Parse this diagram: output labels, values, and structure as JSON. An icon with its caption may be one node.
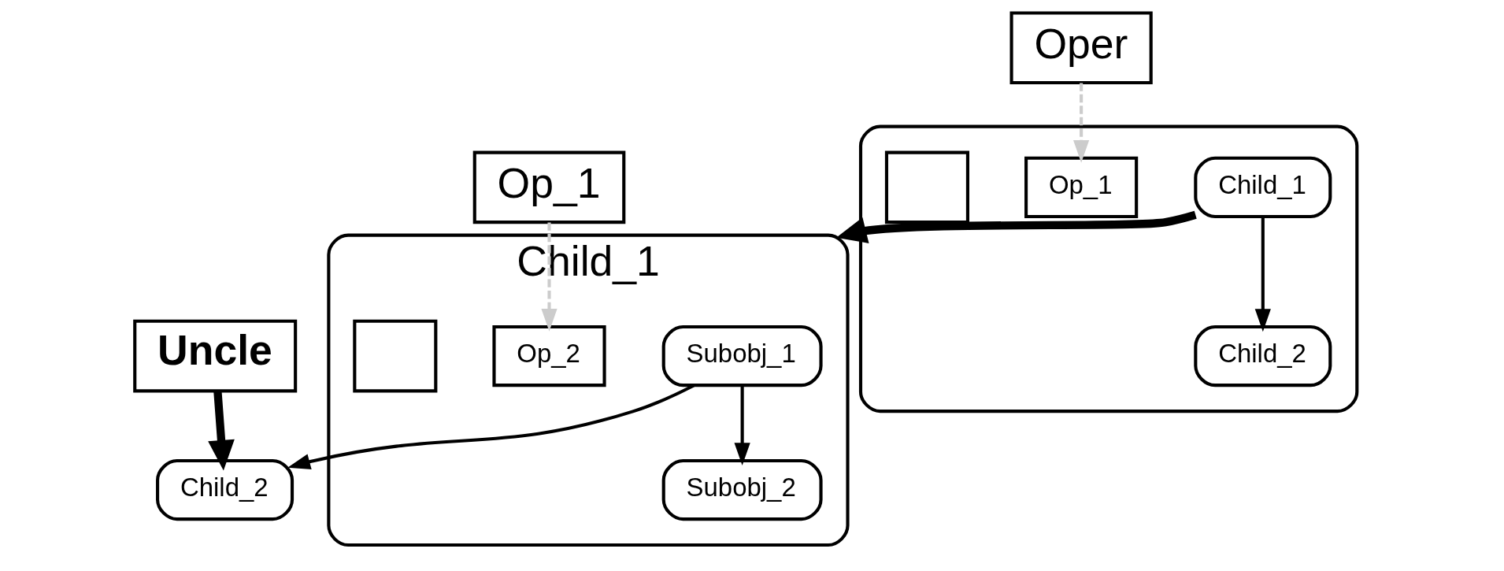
{
  "diagram": {
    "nodes": [
      {
        "text": [],
        "shape": "box"
      },
      {
        "text": [
          "Oper"
        ]
      },
      {
        "text": [
          "Child_1"
        ],
        "in": 0
      },
      {
        "text": [
          "Op_1"
        ],
        "in": 0
      },
      {
        "text": [
          "Child_2"
        ],
        "in": 0
      },
      {
        "text": [],
        "shape": "box",
        "in": 0
      },
      {
        "text": [
          "Child_1"
        ]
      },
      {
        "text": [
          "Op_1"
        ]
      },
      {
        "text": [
          "Subobj_1"
        ],
        "in": 6
      },
      {
        "text": [
          "Op_2"
        ],
        "in": 6
      },
      {
        "text": [
          "Subobj_2"
        ],
        "in": 6
      },
      {
        "text": [],
        "shape": "box",
        "in": 6
      },
      {
        "text": [
          "Child_2"
        ]
      },
      {
        "text": [
          "Uncle"
        ]
      }
    ],
    "edges": [
      {
        "from": 1,
        "to": 3,
        "arrow": "to",
        "style": "dashed",
        "color": "#cccccc"
      },
      {
        "from": 2,
        "to": 4,
        "arrow": "to"
      },
      {
        "from": 2,
        "to": 6,
        "arrow": "to",
        "style": "thick"
      },
      {
        "from": 7,
        "to": 9,
        "arrow": "to",
        "style": "dashed",
        "color": "#cccccc"
      },
      {
        "from": 8,
        "to": 10,
        "arrow": "to"
      },
      {
        "from": 8,
        "to": 12,
        "arrow": "to"
      },
      {
        "from": 13,
        "to": 12,
        "arrow": "to",
        "style": "thick"
      }
    ]
  }
}
